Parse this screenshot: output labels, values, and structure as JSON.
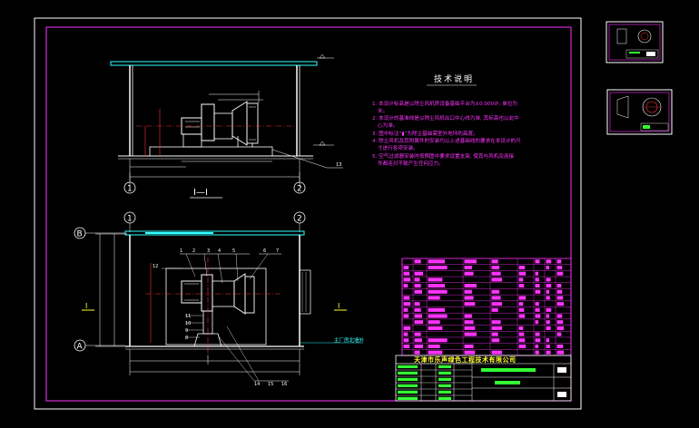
{
  "notes": {
    "title": "技术说明",
    "lines": [
      "1. 本设计标高是以除尘风机房设备基础平台为±0.000计, 单位为",
      "米。",
      "2. 本设计的基准线是以除尘风机出口中心线为准, 其标高也以此中",
      "心为准。",
      "3. 图中标注“▮”为除尘基础需室外地坪的高度。",
      "4. 除尘风机及其附属件的安装均以上述基础线的要求在本设计的尺",
      "寸进行各项安装。",
      "5. 空气过滤器安装时按照图中要求设置支架, 使其与风机及连接",
      "件都连对不致产生任何应力。"
    ]
  },
  "section": {
    "label": "I—I"
  },
  "grid_labels": {
    "col1": "1",
    "col2": "2",
    "rowA": "A",
    "rowB": "B"
  },
  "section_marks": {
    "left": "I",
    "right": "I"
  },
  "callouts": {
    "top": [
      "1",
      "2",
      "3",
      "4",
      "5",
      "6",
      "7"
    ],
    "left": [
      "12",
      "11",
      "10",
      "9",
      "8"
    ],
    "bottom": [
      "14",
      "15",
      "16"
    ],
    "section_view": "13"
  },
  "annotation": {
    "outdoor": "主厂房北墙外"
  },
  "company": {
    "name": "天津市乐声绿色工程技术有限公司"
  },
  "colors": {
    "frame": "#ff33ff",
    "drawing": "#ffffff",
    "dims": "#ff3333",
    "accent": "#ffff33",
    "cyan": "#33ffff",
    "green": "#33ff33"
  }
}
